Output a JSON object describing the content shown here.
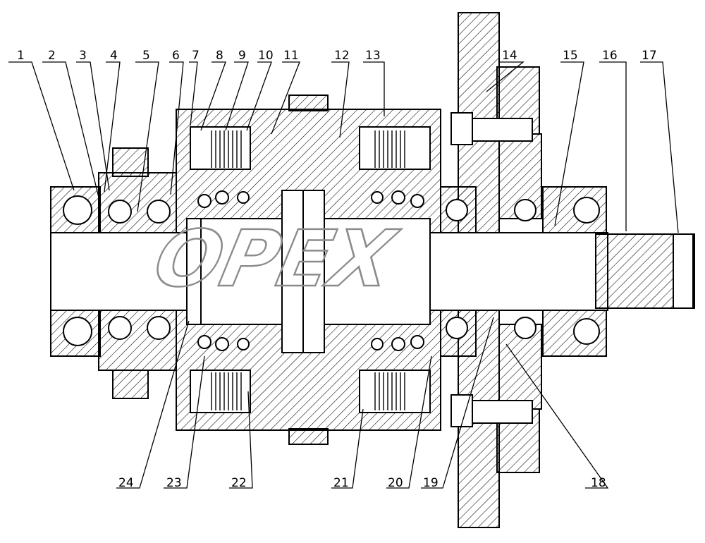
{
  "watermark": {
    "text": "OPEX"
  },
  "callouts": [
    {
      "id": "1",
      "text": "1"
    },
    {
      "id": "2",
      "text": "2"
    },
    {
      "id": "3",
      "text": "3"
    },
    {
      "id": "4",
      "text": "4"
    },
    {
      "id": "5",
      "text": "5"
    },
    {
      "id": "6",
      "text": "6"
    },
    {
      "id": "7",
      "text": "7"
    },
    {
      "id": "8",
      "text": "8"
    },
    {
      "id": "9",
      "text": "9"
    },
    {
      "id": "10",
      "text": "10"
    },
    {
      "id": "11",
      "text": "11"
    },
    {
      "id": "12",
      "text": "12"
    },
    {
      "id": "13",
      "text": "13"
    },
    {
      "id": "14",
      "text": "14"
    },
    {
      "id": "15",
      "text": "15"
    },
    {
      "id": "16",
      "text": "16"
    },
    {
      "id": "17",
      "text": "17"
    },
    {
      "id": "18",
      "text": "18"
    },
    {
      "id": "19",
      "text": "19"
    },
    {
      "id": "20",
      "text": "20"
    },
    {
      "id": "21",
      "text": "21"
    },
    {
      "id": "22",
      "text": "22"
    },
    {
      "id": "23",
      "text": "23"
    },
    {
      "id": "24",
      "text": "24"
    }
  ]
}
